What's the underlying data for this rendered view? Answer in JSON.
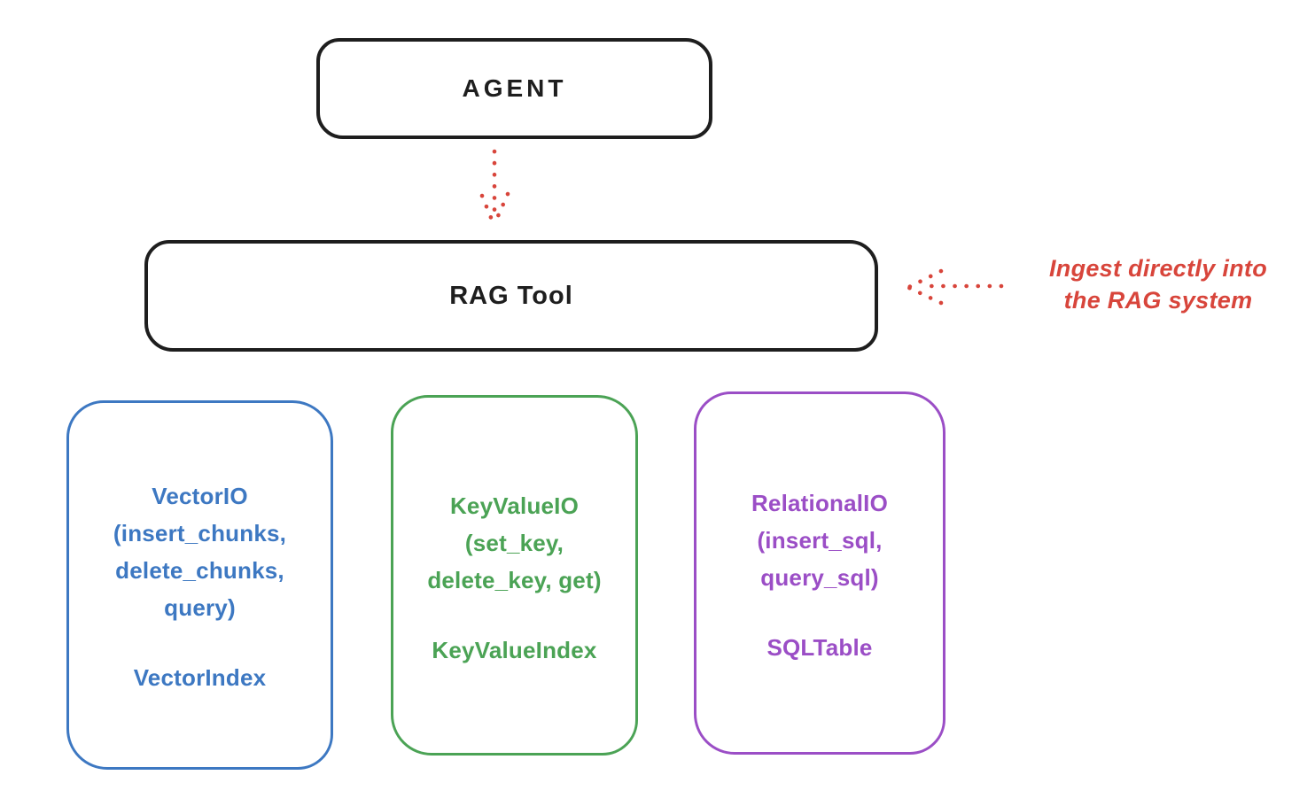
{
  "colors": {
    "stroke": "#1e1e1e",
    "red": "#d8453b",
    "blue": "#3d78c2",
    "green": "#4ba355",
    "purple": "#9b4ec6",
    "background": "#ffffff"
  },
  "agent": {
    "label": "AGENT"
  },
  "rag_tool": {
    "label": "RAG Tool"
  },
  "ingest_note": {
    "line1": "Ingest directly into",
    "line2": "the RAG system"
  },
  "modules": [
    {
      "color": "#3d78c2",
      "lines": [
        "VectorIO",
        "(insert_chunks,",
        "delete_chunks,",
        "query)"
      ],
      "index_label": "VectorIndex"
    },
    {
      "color": "#4ba355",
      "lines": [
        "KeyValueIO",
        "(set_key,",
        "delete_key, get)"
      ],
      "index_label": "KeyValueIndex"
    },
    {
      "color": "#9b4ec6",
      "lines": [
        "RelationalIO",
        "(insert_sql,",
        "query_sql)"
      ],
      "index_label": "SQLTable"
    }
  ]
}
